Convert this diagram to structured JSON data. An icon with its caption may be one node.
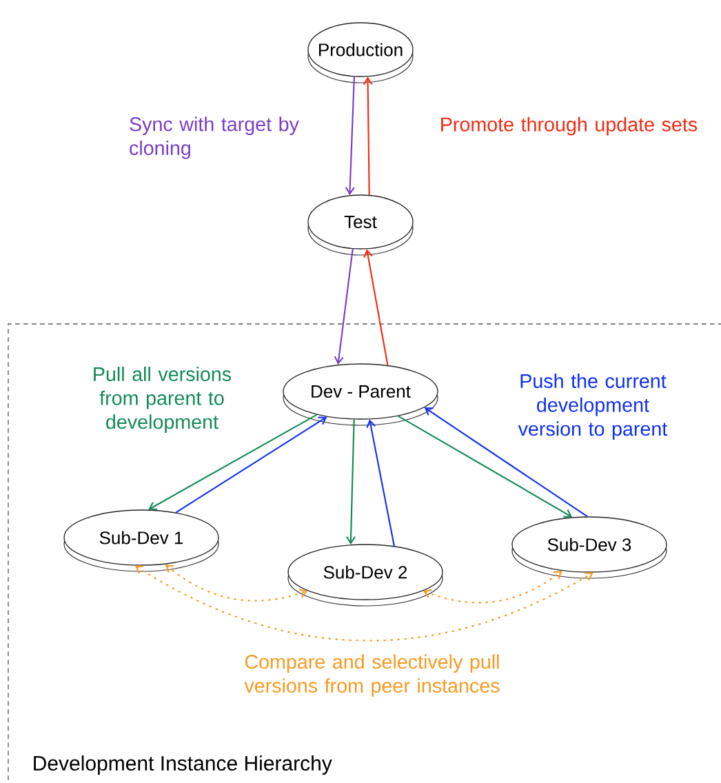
{
  "diagram": {
    "nodes": [
      {
        "text": [
          "Production"
        ]
      },
      {
        "text": [
          "Test"
        ]
      },
      {
        "text": [
          "Development Instance Hierarchy"
        ]
      },
      {
        "text": [
          "Dev - Parent"
        ],
        "in": 2
      },
      {
        "text": [
          "Sub-Dev 1"
        ],
        "in": 2
      },
      {
        "text": [
          "Sub-Dev 2"
        ],
        "in": 2
      },
      {
        "text": [
          "Sub-Dev 3"
        ],
        "in": 2
      }
    ],
    "edges": [
      {
        "from": 0,
        "to": 1,
        "arrow": "to",
        "color": "#7a3ec8",
        "label": "Sync with target by cloning"
      },
      {
        "from": 1,
        "to": 0,
        "arrow": "to",
        "color": "#f42a12",
        "label": "Promote through update sets"
      },
      {
        "from": 1,
        "to": 3,
        "arrow": "to",
        "color": "#7a3ec8"
      },
      {
        "from": 3,
        "to": 1,
        "arrow": "to",
        "color": "#f42a12"
      },
      {
        "from": 3,
        "to": 4,
        "arrow": "to",
        "color": "#138a55",
        "label": "Pull all versions from parent to development"
      },
      {
        "from": 4,
        "to": 3,
        "arrow": "to",
        "color": "#1030f2"
      },
      {
        "from": 3,
        "to": 5,
        "arrow": "to",
        "color": "#138a55"
      },
      {
        "from": 5,
        "to": 3,
        "arrow": "to",
        "color": "#1030f2"
      },
      {
        "from": 3,
        "to": 6,
        "arrow": "to",
        "color": "#138a55"
      },
      {
        "from": 6,
        "to": 3,
        "arrow": "to",
        "color": "#1030f2",
        "label": "Push the current development version to parent"
      },
      {
        "from": 4,
        "to": 5,
        "arrow": "both",
        "style": "dashed",
        "color": "#f69a20"
      },
      {
        "from": 5,
        "to": 6,
        "arrow": "both",
        "style": "dashed",
        "color": "#f69a20"
      },
      {
        "from": 4,
        "to": 6,
        "arrow": "both",
        "style": "dashed",
        "color": "#f69a20",
        "label": "Compare and selectively pull versions from peer instances"
      }
    ]
  }
}
